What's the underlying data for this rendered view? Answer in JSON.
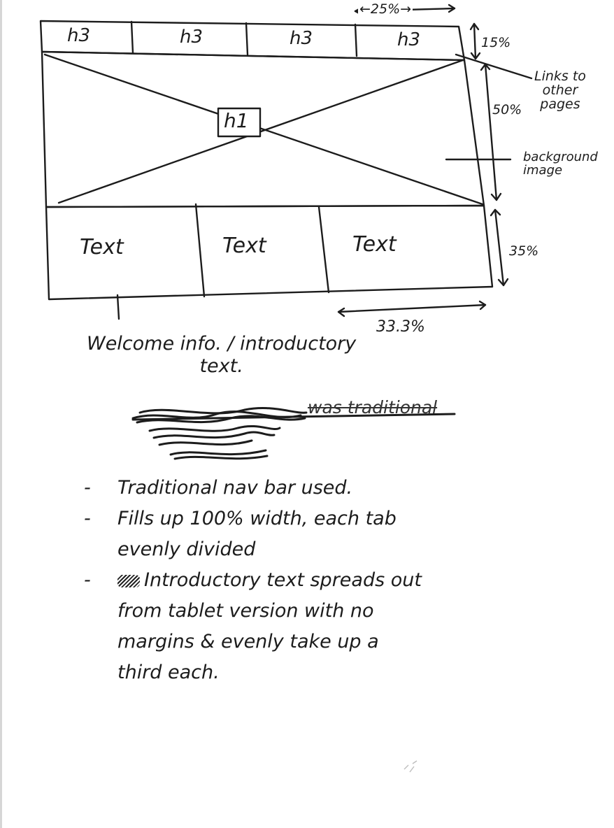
{
  "wireframe": {
    "nav_tabs": [
      "h3",
      "h3",
      "h3",
      "h3"
    ],
    "hero_heading": "h1",
    "text_columns": [
      "Text",
      "Text",
      "Text"
    ]
  },
  "dimensions": {
    "tab_width": "←25%→",
    "nav_height": "15%",
    "hero_height": "50%",
    "text_row_height": "35%",
    "column_width": "33.3%"
  },
  "annotations": {
    "nav_links": "Links to\nother\npages",
    "hero_background": "background\nimage",
    "text_caption": "Welcome info. / introductory\ntext."
  },
  "crossed_out": {
    "visible_fragment": "was traditional"
  },
  "notes": [
    {
      "dash": "-",
      "text": "Traditional nav bar used."
    },
    {
      "dash": "-",
      "text": "Fills up 100% width, each tab\nevenly divided"
    },
    {
      "dash": "-",
      "text": "Introductory text spreads out\nfrom tablet version with no\nmargins & evenly take up a\nthird each."
    }
  ]
}
